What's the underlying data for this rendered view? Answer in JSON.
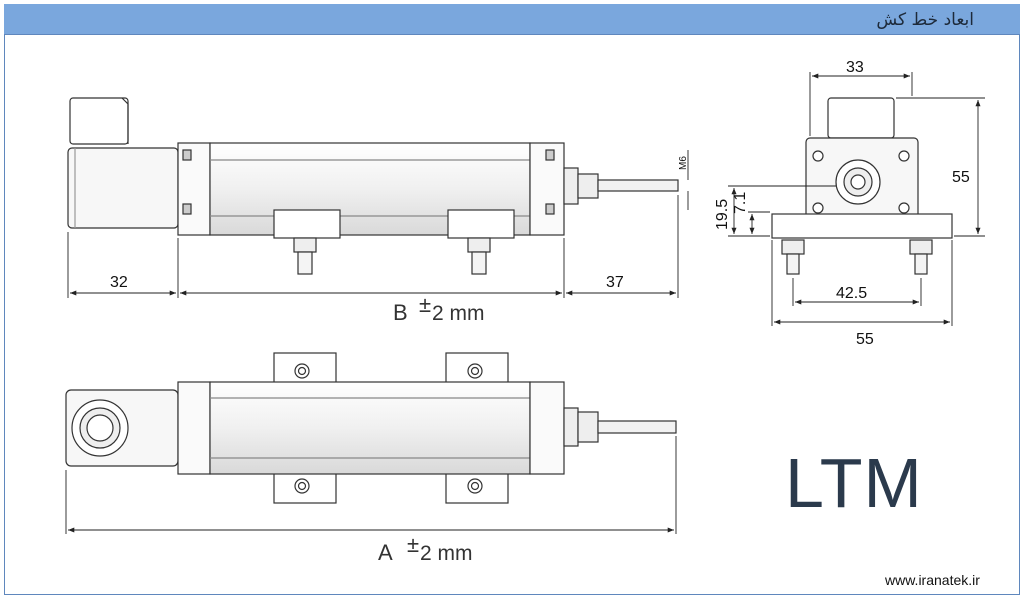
{
  "header": {
    "title": "ابعاد خط کش"
  },
  "side_view": {
    "dim_left": "32",
    "dim_right": "37",
    "length_label": "B",
    "tolerance": "2 mm"
  },
  "end_view": {
    "dim_top": "33",
    "dim_height": "55",
    "dim_195": "19.5",
    "dim_71": "7.1",
    "dim_425": "42.5",
    "dim_bottom": "55"
  },
  "top_view": {
    "length_label": "A",
    "tolerance": "2 mm"
  },
  "thread_label": "M6",
  "brand": "LTM",
  "website": "www.iranatek.ir"
}
